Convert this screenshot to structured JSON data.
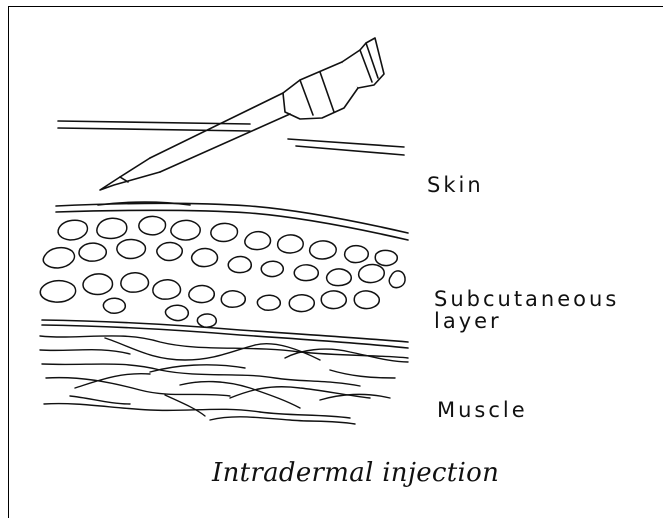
{
  "labels": {
    "skin": "Skin",
    "subcutaneous_line1": "Subcutaneous",
    "subcutaneous_line2": "layer",
    "muscle": "Muscle"
  },
  "caption": "Intradermal injection"
}
